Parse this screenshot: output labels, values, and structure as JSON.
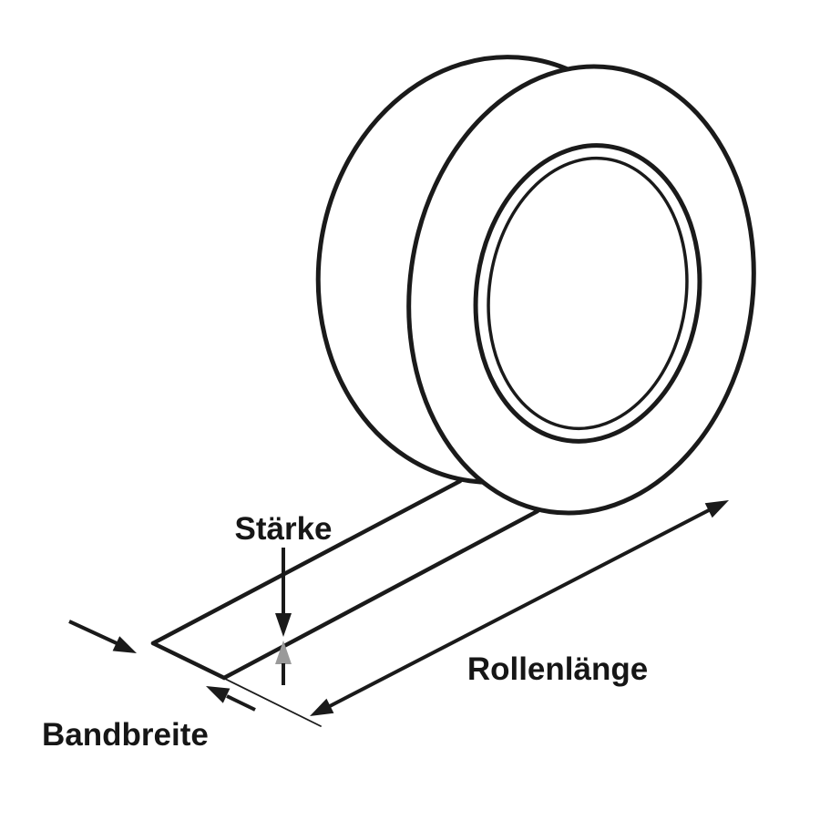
{
  "diagram": {
    "labels": {
      "thickness": "Stärke",
      "roll_length": "Rollenlänge",
      "band_width": "Bandbreite"
    },
    "colors": {
      "line": "#1a1a1a",
      "highlight_arrowhead": "#9a9a9a",
      "background": "#ffffff"
    }
  }
}
